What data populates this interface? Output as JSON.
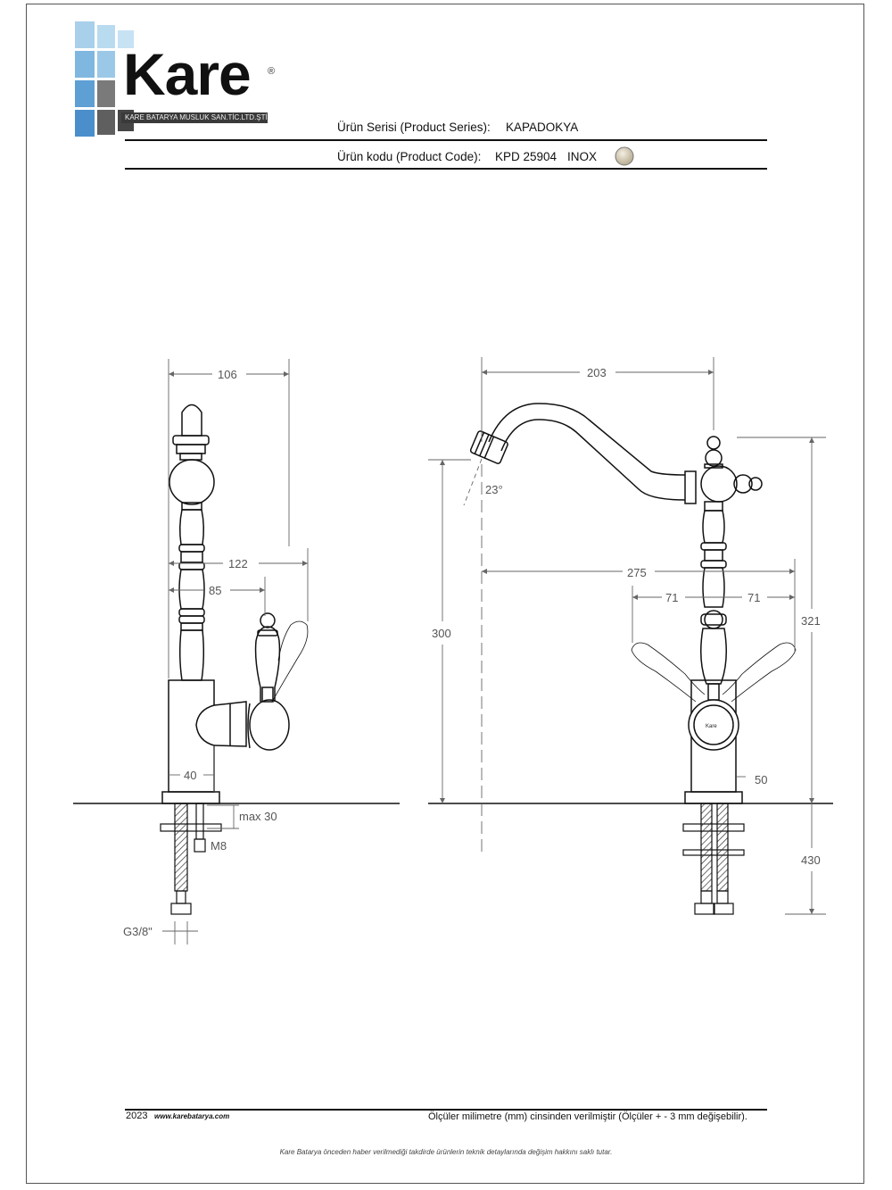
{
  "brand": {
    "name": "Kare",
    "registered": "®",
    "subtitle": "KARE BATARYA MUSLUK SAN.TİC.LTD.ŞTİ."
  },
  "product": {
    "series_label": "Ürün Serisi (Product Series):",
    "series_value": "KAPADOKYA",
    "code_label": "Ürün kodu (Product Code):",
    "code_value": "KPD 25904",
    "finish": "INOX",
    "finish_color": "#d4c9b0"
  },
  "drawing": {
    "side_view": {
      "dim_106": "106",
      "dim_122": "122",
      "dim_85": "85",
      "dim_40": "40",
      "dim_max30": "max 30",
      "dim_m8": "M8",
      "dim_g38": "G3/8\""
    },
    "front_view": {
      "dim_203": "203",
      "dim_23deg": "23°",
      "dim_275": "275",
      "dim_71_left": "71",
      "dim_71_right": "71",
      "dim_300": "300",
      "dim_321": "321",
      "dim_50": "50",
      "dim_430": "430",
      "badge": "Kare"
    }
  },
  "footer": {
    "year": "2023",
    "website": "www.karebatarya.com",
    "note": "Ölçüler milimetre (mm) cinsinden verilmiştir (Ölçüler  + - 3 mm değişebilir).",
    "disclaimer": "Kare Batarya önceden haber verilmediği takdirde ürünlerin teknik detaylarında değişim hakkını saklı tutar."
  }
}
